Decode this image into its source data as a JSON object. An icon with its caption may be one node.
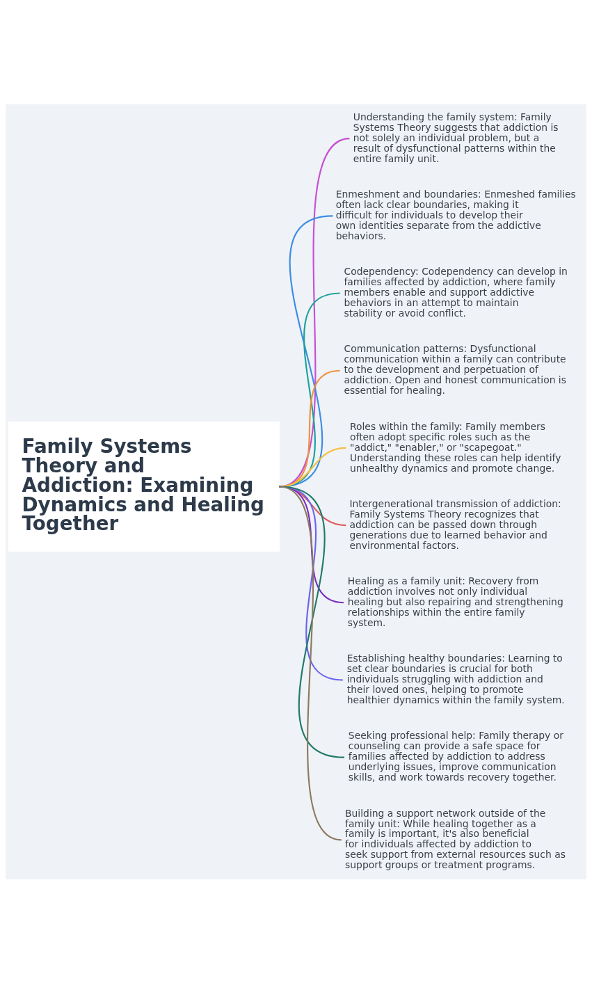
{
  "diagram": {
    "nodes": [
      {
        "text": [
          "Family Systems Theory and Addiction: Examining Dynamics and Healing Together"
        ]
      },
      {
        "text": [
          "Understanding the family system: Family Systems Theory suggests that addiction is not solely an individual problem, but a result of dysfunctional patterns within the entire family unit."
        ]
      },
      {
        "text": [
          "Enmeshment and boundaries: Enmeshed families often lack clear boundaries, making it difficult for individuals to develop their own identities separate from the addictive behaviors."
        ]
      },
      {
        "text": [
          "Codependency: Codependency can develop in families affected by addiction, where family members enable and support addictive behaviors in an attempt to maintain stability or avoid conflict."
        ]
      },
      {
        "text": [
          "Communication patterns: Dysfunctional communication within a family can contribute to the development and perpetuation of addiction. Open and honest communication is essential for healing."
        ]
      },
      {
        "text": [
          "Roles within the family: Family members often adopt specific roles such as the \"addict,\" \"enabler,\" or \"scapegoat.\" Understanding these roles can help identify unhealthy dynamics and promote change."
        ]
      },
      {
        "text": [
          "Intergenerational transmission of addiction: Family Systems Theory recognizes that addiction can be passed down through generations due to learned behavior and environmental factors."
        ]
      },
      {
        "text": [
          "Healing as a family unit: Recovery from addiction involves not only individual healing but also repairing and strengthening relationships within the entire family system."
        ]
      },
      {
        "text": [
          "Establishing healthy boundaries: Learning to set clear boundaries is crucial for both individuals struggling with addiction and their loved ones, helping to promote healthier dynamics within the family system."
        ]
      },
      {
        "text": [
          "Seeking professional help: Family therapy or counseling can provide a safe space for families affected by addiction to address underlying issues, improve communication skills, and work towards recovery together."
        ]
      },
      {
        "text": [
          "Building a support network outside of the family unit: While healing together as a family is important, it's also beneficial for individuals affected by addiction to seek support from external resources such as support groups or treatment programs."
        ]
      }
    ],
    "edges": [
      {
        "from": 0,
        "to": 1,
        "arrow": "none",
        "color": "#c64fd3"
      },
      {
        "from": 0,
        "to": 2,
        "arrow": "none",
        "color": "#3b8de3"
      },
      {
        "from": 0,
        "to": 3,
        "arrow": "none",
        "color": "#1aa19a"
      },
      {
        "from": 0,
        "to": 4,
        "arrow": "none",
        "color": "#f0903c"
      },
      {
        "from": 0,
        "to": 5,
        "arrow": "none",
        "color": "#f4c03e"
      },
      {
        "from": 0,
        "to": 6,
        "arrow": "none",
        "color": "#e05858"
      },
      {
        "from": 0,
        "to": 7,
        "arrow": "none",
        "color": "#7a2fc0"
      },
      {
        "from": 0,
        "to": 8,
        "arrow": "none",
        "color": "#6b63f0"
      },
      {
        "from": 0,
        "to": 9,
        "arrow": "none",
        "color": "#1f7a68"
      },
      {
        "from": 0,
        "to": 10,
        "arrow": "none",
        "color": "#8c7a5e"
      }
    ]
  }
}
